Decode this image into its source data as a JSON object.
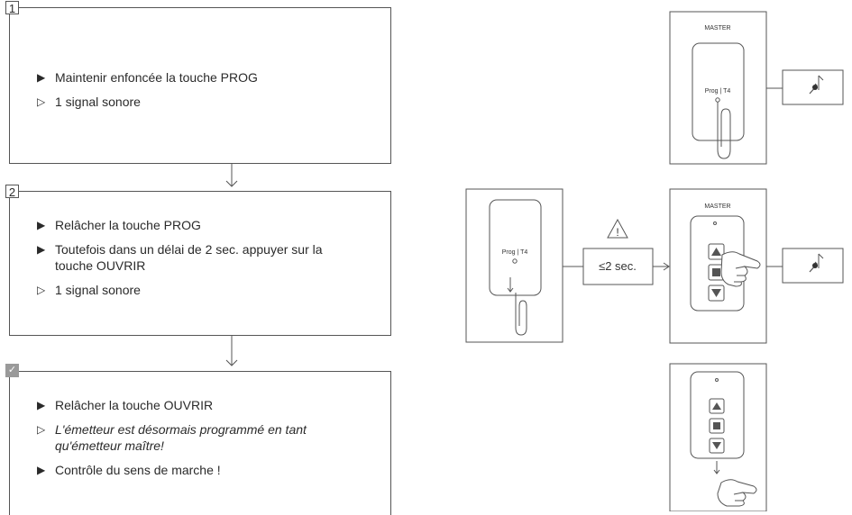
{
  "steps": [
    {
      "number": "1",
      "items": [
        {
          "type": "action",
          "marker": "▶",
          "text": "Maintenir enfoncée la touche PROG",
          "italic": false
        },
        {
          "type": "result",
          "marker": "▷",
          "text": "1 signal sonore",
          "italic": false
        }
      ]
    },
    {
      "number": "2",
      "items": [
        {
          "type": "action",
          "marker": "▶",
          "text": "Relâcher la touche PROG",
          "italic": false
        },
        {
          "type": "action",
          "marker": "▶",
          "text": "Toutefois dans un délai de 2 sec. appuyer sur la touche OUVRIR",
          "italic": false
        },
        {
          "type": "result",
          "marker": "▷",
          "text": "1 signal sonore",
          "italic": false
        }
      ]
    },
    {
      "number": "✓",
      "items": [
        {
          "type": "action",
          "marker": "▶",
          "text": "Relâcher la touche OUVRIR",
          "italic": false
        },
        {
          "type": "result",
          "marker": "▷",
          "text": "L'émetteur est désormais programmé en tant qu'émetteur maître!",
          "italic": true
        },
        {
          "type": "action",
          "marker": "▶",
          "text": "Contrôle du sens de marche !",
          "italic": false
        }
      ]
    }
  ],
  "illustrations": {
    "master_label": "MASTER",
    "prog_label": "Prog | T4",
    "timing_label": "≤2 sec.",
    "warning_symbol": "!",
    "icons": [
      "buzzer-sound-icon",
      "paperclip-icon",
      "hand-press-icon",
      "warning-triangle-icon",
      "up-arrow-button-icon",
      "stop-button-icon",
      "down-arrow-button-icon"
    ]
  },
  "colors": {
    "line": "#555555",
    "check_badge": "#9a9a9a",
    "button_fill": "#bdbdbd"
  }
}
